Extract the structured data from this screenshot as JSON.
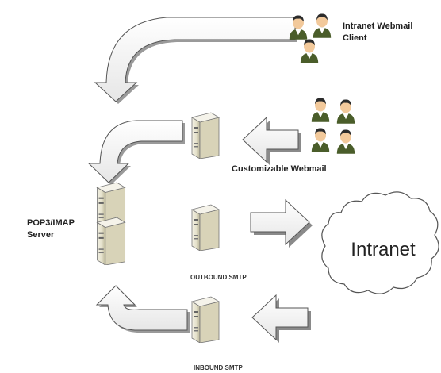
{
  "labels": {
    "intranet_webmail_client_line1": "Intranet Webmail",
    "intranet_webmail_client_line2": "Client",
    "customizable_webmail": "Customizable Webmail",
    "pop3_imap_line1": "POP3/IMAP",
    "pop3_imap_line2": "Server",
    "outbound_smtp": "OUTBOUND SMTP",
    "inbound_smtp": "INBOUND SMTP",
    "intranet": "Intranet"
  },
  "icons": {
    "user": "user-icon",
    "server": "server-icon",
    "cloud": "cloud-icon",
    "arrow": "arrow-icon"
  },
  "colors": {
    "arrow_fill": "#ffffff",
    "arrow_stroke": "#555555",
    "arrow_shadow": "#8a8a8a",
    "server_body": "#e7e4d2",
    "server_dark": "#8f8a6e",
    "user_face": "#f2c99b",
    "user_hair": "#2b2b2b",
    "user_shirt": "#4a5d2a"
  }
}
